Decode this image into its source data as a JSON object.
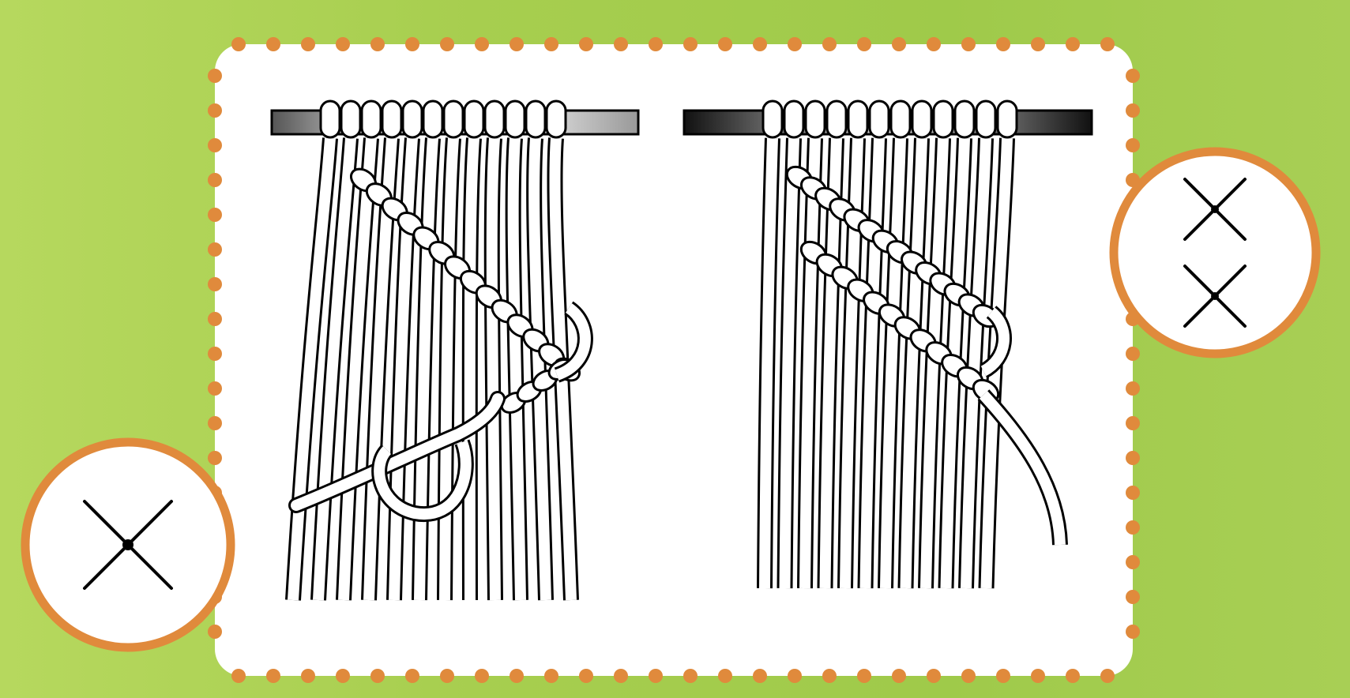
{
  "colors": {
    "background_green": "#a9cf52",
    "panel_white": "#ffffff",
    "dot_border_orange": "#e08a3c",
    "cord_outline": "#000000"
  },
  "panels": [
    {
      "name": "diagram-left",
      "symbol": "single-cross"
    },
    {
      "name": "diagram-right",
      "symbol": "double-cross"
    }
  ],
  "icons": [
    "knot-cross-icon",
    "knot-double-cross-icon",
    "dowel-bar-icon"
  ]
}
